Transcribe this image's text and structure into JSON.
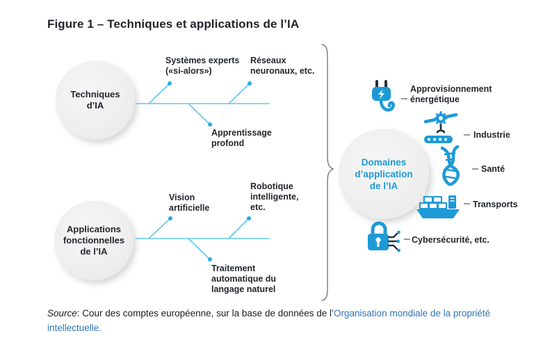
{
  "title": "Figure 1 – Techniques et applications de l’IA",
  "colors": {
    "accent_blue": "#1d9ad6",
    "fishbone_line": "#5fc8e9",
    "branch_dot": "#29abe2",
    "label_dark": "#23262e",
    "brace_gray": "#6e6e6e",
    "link_blue": "#2e74b5"
  },
  "fishbones": [
    {
      "node_label": "Techniques\nd’IA",
      "branches_top": [
        "Systèmes experts\n(«si-alors»)",
        "Réseaux\nneuronaux, etc."
      ],
      "branches_bottom": [
        "Apprentissage\nprofond"
      ]
    },
    {
      "node_label": "Applications\nfonctionnelles\nde l’IA",
      "branches_top": [
        "Vision\nartificielle",
        "Robotique\nintelligente,\netc."
      ],
      "branches_bottom": [
        "Traitement\nautomatique du\nlangage naturel"
      ]
    }
  ],
  "domains": {
    "node_label": "Domaines\nd’application\nde l’IA",
    "items": [
      {
        "icon": "plug-icon",
        "label": "Approvisionnement\nénergétique"
      },
      {
        "icon": "industry-icon",
        "label": "Industrie"
      },
      {
        "icon": "dna-icon",
        "label": "Santé"
      },
      {
        "icon": "ship-icon",
        "label": "Transports"
      },
      {
        "icon": "lock-icon",
        "label": "Cybersécurité, etc."
      }
    ]
  },
  "source": {
    "label_italic": "Source",
    "text": ": Cour des comptes européenne, sur la base de données de l’",
    "link": "Organisation mondiale de la propriété intellectuelle."
  }
}
